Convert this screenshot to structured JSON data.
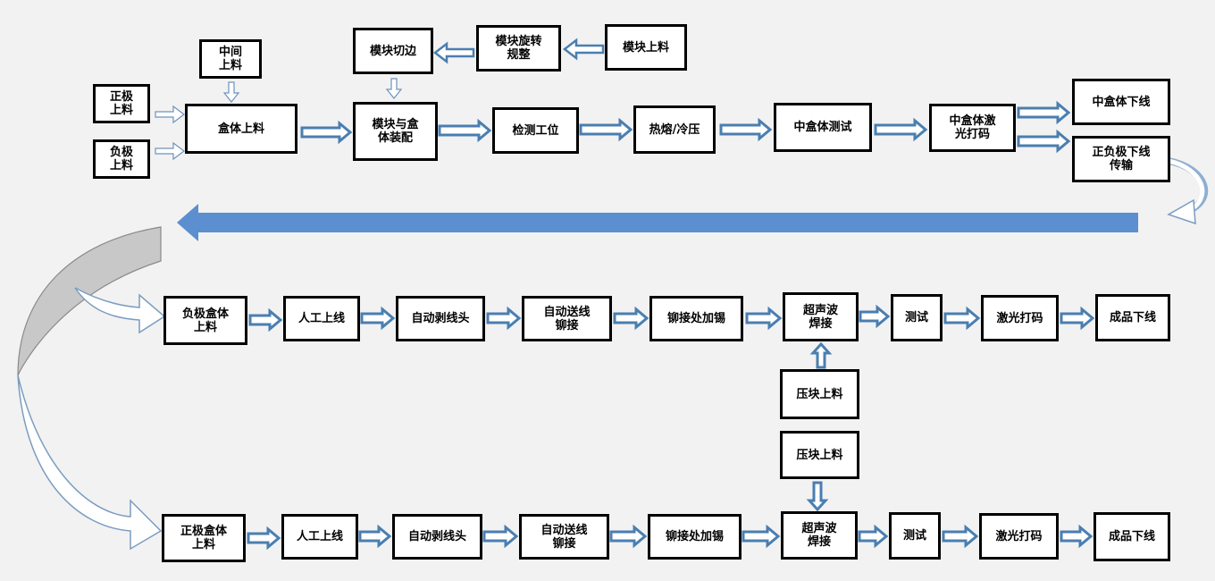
{
  "colors": {
    "arrow": "#4a7eb0",
    "band": "#5b8fd0",
    "box_border": "#000000",
    "background": "#f2f2f2"
  },
  "top_row": {
    "neg_feed": "负极\n上料",
    "pos_feed": "正极\n上料",
    "middle_feed": "中间\n上料",
    "case_feed": "盒体上料",
    "module_cut": "模块切边",
    "module_rotate": "模块旋转\n规整",
    "module_feed": "模块上料",
    "module_assembly": "模块与盒\n体装配",
    "inspection": "检测工位",
    "hot_melt": "热熔/冷压",
    "mid_case_test": "中盒体测试",
    "mid_case_laser": "中盒体激\n光打码",
    "mid_case_offline": "中盒体下线",
    "pn_offline_transfer": "正负极下线\n传输"
  },
  "neg_row": {
    "case_feed": "负极盒体\n上料",
    "manual_online": "人工上线",
    "auto_strip": "自动剥线头",
    "auto_feed_rivet": "自动送线\n铆接",
    "rivet_tin": "铆接处加锡",
    "ultrasonic_weld": "超声波\n焊接",
    "test": "测试",
    "laser_mark": "激光打码",
    "product_offline": "成品下线",
    "press_block_feed": "压块上料"
  },
  "pos_row": {
    "case_feed": "正极盒体\n上料",
    "manual_online": "人工上线",
    "auto_strip": "自动剥线头",
    "auto_feed_rivet": "自动送线\n铆接",
    "rivet_tin": "铆接处加锡",
    "ultrasonic_weld": "超声波\n焊接",
    "test": "测试",
    "laser_mark": "激光打码",
    "product_offline": "成品下线",
    "press_block_feed": "压块上料"
  }
}
